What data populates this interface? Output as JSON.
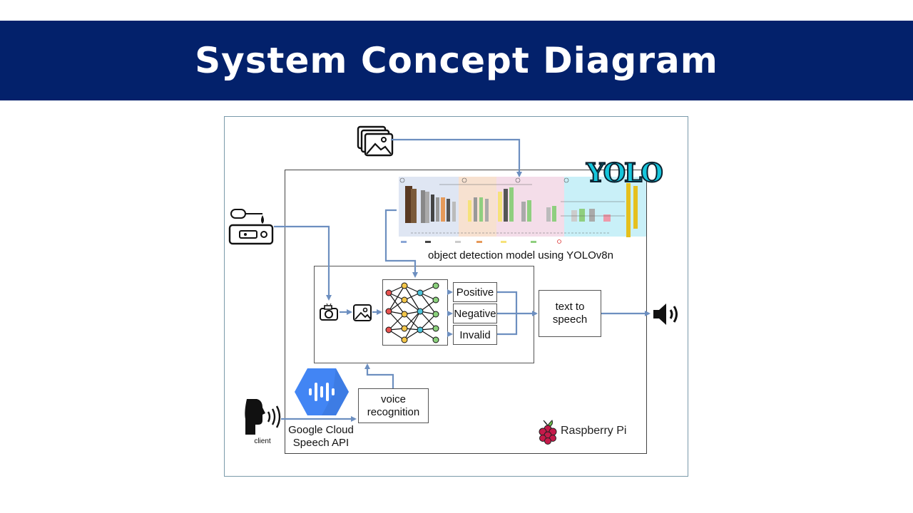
{
  "slide": {
    "title": "System Concept Diagram"
  },
  "diagram": {
    "yolo_logo_text": "YOLO",
    "model_caption": "object detection model using YOLOv8n",
    "classes": [
      "Positive",
      "Negative",
      "Invalid"
    ],
    "tts_label": "text to\nspeech",
    "voice_label": "voice\nrecognition",
    "speech_api_label": "Google Cloud\nSpeech API",
    "client_label": "client",
    "rpi_label": "Raspberry Pi",
    "arch_panel_colors": [
      "#dfe6f3",
      "#f7e1d0",
      "#f4dde9",
      "#c9f0f8"
    ],
    "wire_color": "#6d8fc0"
  }
}
